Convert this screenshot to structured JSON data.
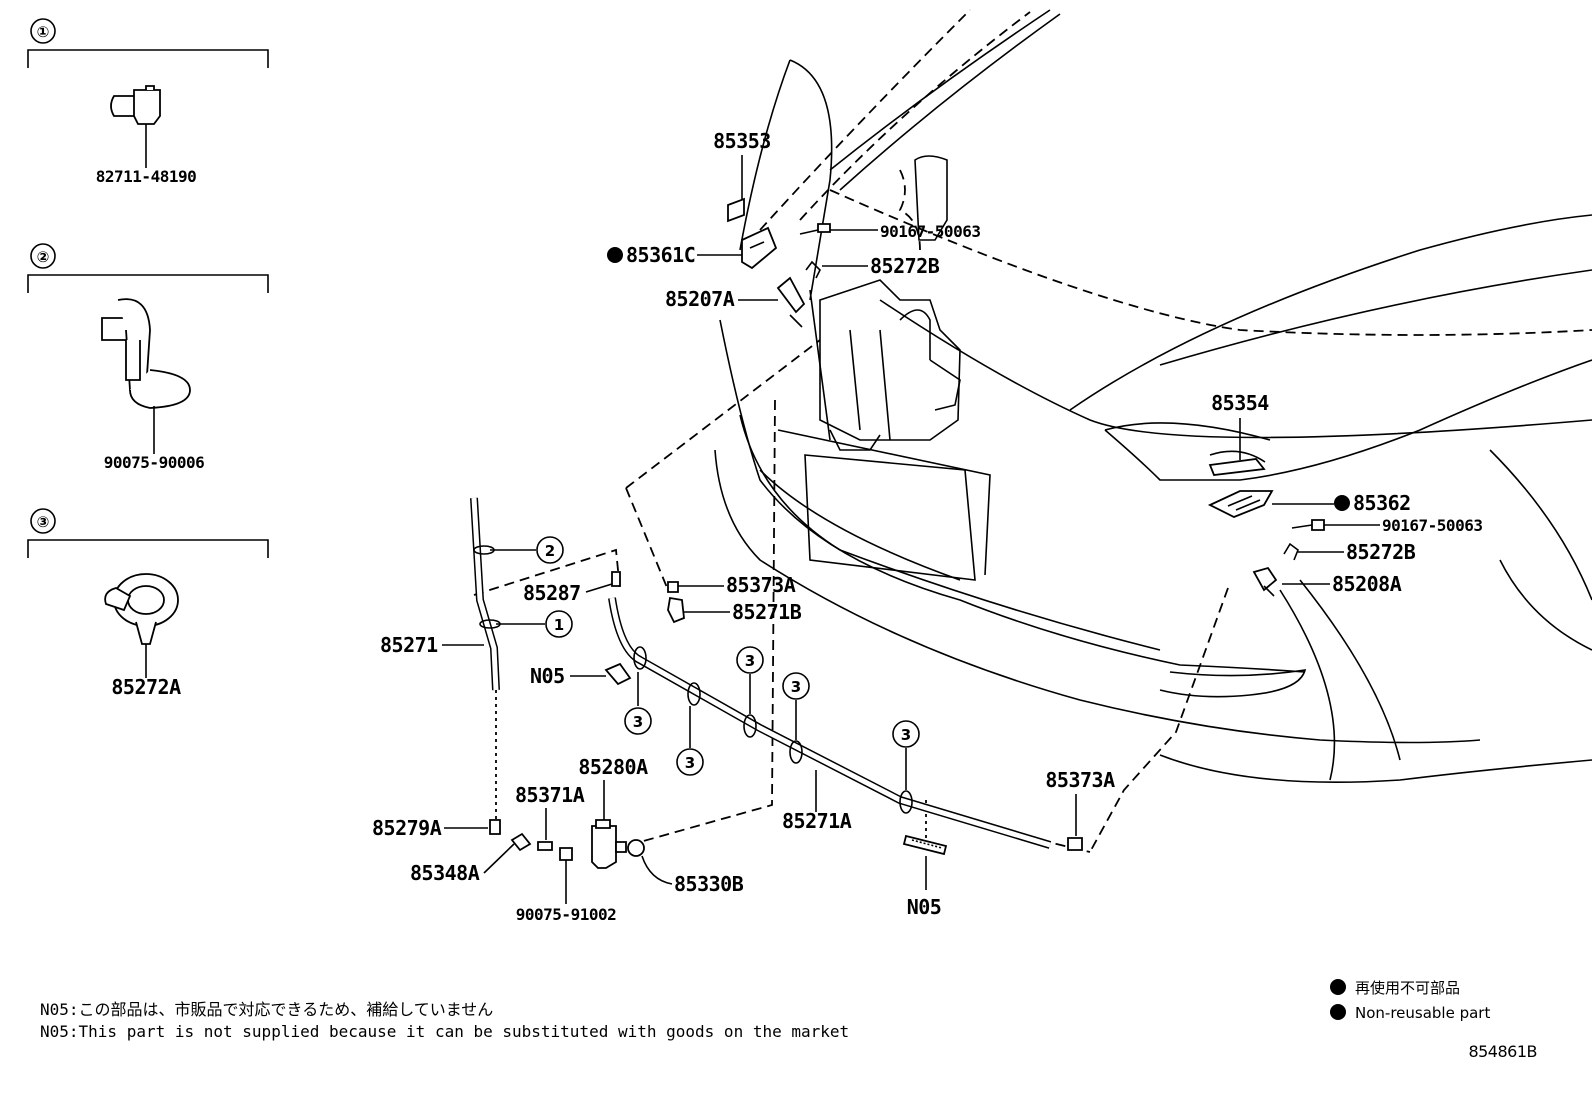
{
  "insets": [
    {
      "num": "①",
      "part": "82711-48190"
    },
    {
      "num": "②",
      "part": "90075-90006"
    },
    {
      "num": "③",
      "part": "85272A"
    }
  ],
  "labels": {
    "p85353": "85353",
    "p85361C": "85361C",
    "p90167a": "90167-50063",
    "p85272Ba": "85272B",
    "p85207A": "85207A",
    "p85354": "85354",
    "p85362": "85362",
    "p90167b": "90167-50063",
    "p85272Bb": "85272B",
    "p85208A": "85208A",
    "p85287": "85287",
    "p85373Aa": "85373A",
    "p85271B": "85271B",
    "p85271": "85271",
    "pN05a": "N05",
    "p85280A": "85280A",
    "p85371A": "85371A",
    "p85279A": "85279A",
    "p85348A": "85348A",
    "p90075": "90075-91002",
    "p85330B": "85330B",
    "p85271A": "85271A",
    "pN05b": "N05",
    "p85373Ab": "85373A"
  },
  "callouts": {
    "c2": "2",
    "c1": "1",
    "c3": "3"
  },
  "notes": {
    "jp": "N05:この部品は、市販品で対応できるため、補給していません",
    "en": "N05:This part is not supplied because it can be substituted with goods on the market"
  },
  "legend": {
    "jp": "再使用不可部品",
    "en": "Non-reusable part"
  },
  "diagram_id": "854861B"
}
